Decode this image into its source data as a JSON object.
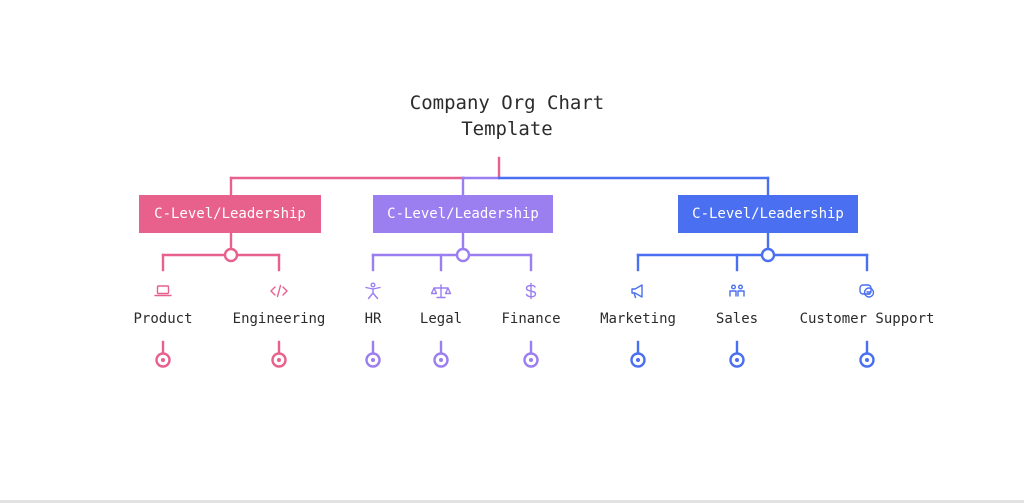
{
  "title": {
    "line1": "Company Org Chart",
    "line2": "Template"
  },
  "colors": {
    "pink": "#e8608c",
    "purple": "#9b7ef0",
    "blue": "#4a6ff0",
    "text": "#2b2b2b"
  },
  "groups": [
    {
      "label": "C-Level/Leadership",
      "color": "pink",
      "departments": [
        {
          "label": "Product",
          "icon": "laptop-icon"
        },
        {
          "label": "Engineering",
          "icon": "code-icon"
        }
      ]
    },
    {
      "label": "C-Level/Leadership",
      "color": "purple",
      "departments": [
        {
          "label": "HR",
          "icon": "person-icon"
        },
        {
          "label": "Legal",
          "icon": "scales-icon"
        },
        {
          "label": "Finance",
          "icon": "dollar-icon"
        }
      ]
    },
    {
      "label": "C-Level/Leadership",
      "color": "blue",
      "departments": [
        {
          "label": "Marketing",
          "icon": "megaphone-icon"
        },
        {
          "label": "Sales",
          "icon": "people-icon"
        },
        {
          "label": "Customer Support",
          "icon": "chat-icon"
        }
      ]
    }
  ]
}
